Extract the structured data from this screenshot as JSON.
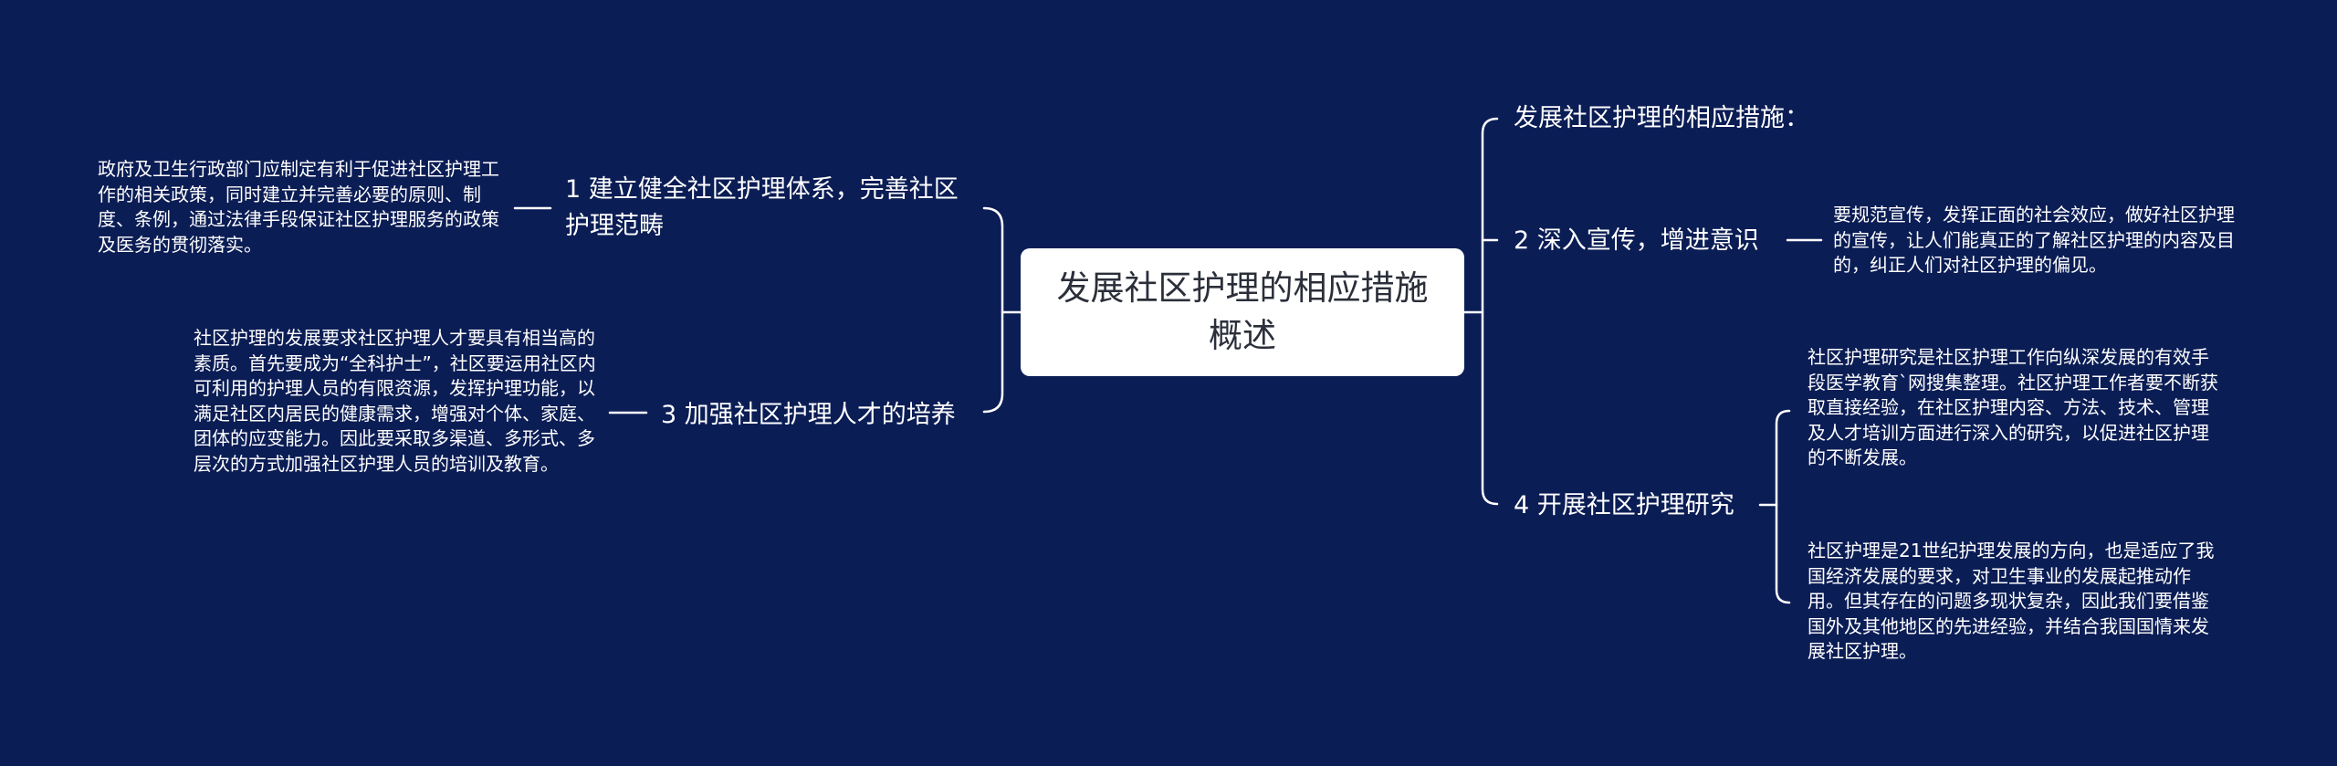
{
  "colors": {
    "background": "#0b1d55",
    "root_fill": "#ffffff",
    "root_text": "#2b2f3a",
    "line": "#ffffff",
    "text": "#ffffff"
  },
  "root": {
    "title": "发展社区护理的相应措施概述"
  },
  "left": {
    "branch1": {
      "title": "1 建立健全社区护理体系，完善社区护理范畴",
      "note": "政府及卫生行政部门应制定有利于促进社区护理工作的相关政策，同时建立并完善必要的原则、制度、条例，通过法律手段保证社区护理服务的政策及医务的贯彻落实。"
    },
    "branch3": {
      "title": "3 加强社区护理人才的培养",
      "note": "社区护理的发展要求社区护理人才要具有相当高的素质。首先要成为“全科护士”，社区要运用社区内可利用的护理人员的有限资源，发挥护理功能，以满足社区内居民的健康需求，增强对个体、家庭、团体的应变能力。因此要采取多渠道、多形式、多层次的方式加强社区护理人员的培训及教育。"
    }
  },
  "right": {
    "heading": {
      "title": "发展社区护理的相应措施："
    },
    "branch2": {
      "title": "2 深入宣传，增进意识",
      "note": "要规范宣传，发挥正面的社会效应，做好社区护理的宣传，让人们能真正的了解社区护理的内容及目的，纠正人们对社区护理的偏见。"
    },
    "branch4": {
      "title": "4 开展社区护理研究",
      "note_a": "社区护理研究是社区护理工作向纵深发展的有效手段医学教育`网搜集整理。社区护理工作者要不断获取直接经验，在社区护理内容、方法、技术、管理及人才培训方面进行深入的研究，以促进社区护理的不断发展。",
      "note_b": "社区护理是21世纪护理发展的方向，也是适应了我国经济发展的要求，对卫生事业的发展起推动作用。但其存在的问题多现状复杂，因此我们要借鉴国外及其他地区的先进经验，并结合我国国情来发展社区护理。"
    }
  }
}
